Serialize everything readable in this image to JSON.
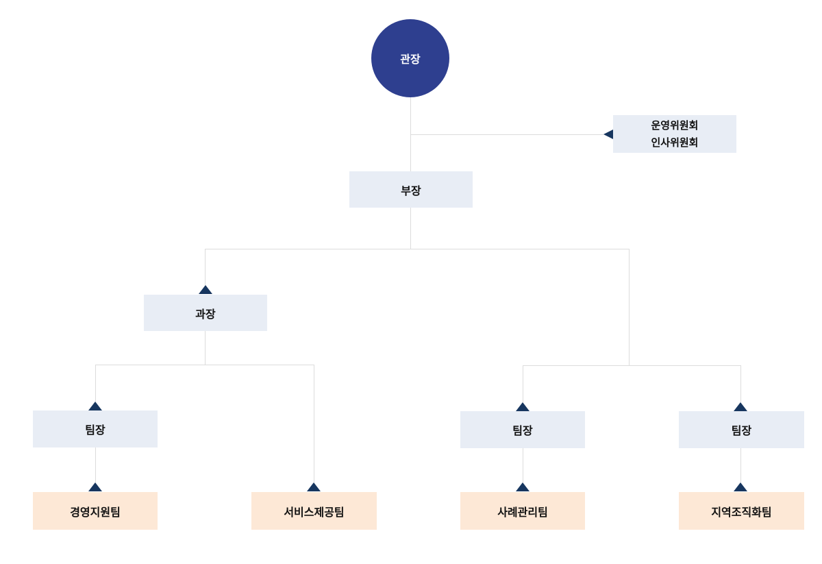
{
  "chart": {
    "director_label": "관장",
    "committee_lines": [
      "운영위원회",
      "인사위원회"
    ],
    "department_head_label": "부장",
    "section_chief_label": "과장",
    "team_leader_labels": [
      "팀장",
      "팀장",
      "팀장"
    ],
    "team_labels": [
      "경영지원팀",
      "서비스제공팀",
      "사례관리팀",
      "지역조직화팀"
    ]
  },
  "colors": {
    "director_bg": "#2e3f8f",
    "director_text": "#ffffff",
    "manager_box_bg": "#e8edf5",
    "team_box_bg": "#fde8d6",
    "arrowhead": "#17365f",
    "connector_line": "#dcdcdc",
    "box_text": "#111111"
  }
}
